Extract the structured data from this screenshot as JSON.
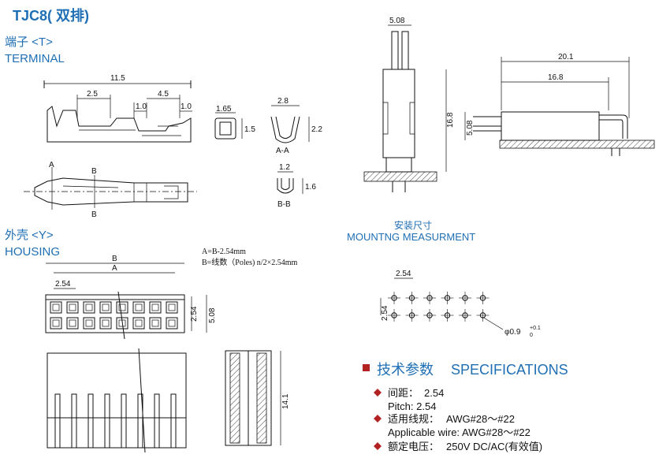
{
  "header": {
    "title": "TJC8( 双排)"
  },
  "terminal": {
    "cn": "端子 <T>",
    "en": "TERMINAL",
    "dims": {
      "total": "11.5",
      "d1": "2.5",
      "d2": "4.5",
      "d3": "1.0",
      "d4": "1.0",
      "s_w": "1.65",
      "s_h": "1.5",
      "c_w": "2.8",
      "c_h": "2.2",
      "b_w": "1.2",
      "b_h": "1.6"
    },
    "sec_aa": "A-A",
    "sec_bb": "B-B",
    "mark_a": "A",
    "mark_b": "B"
  },
  "housing": {
    "cn": "外壳 <Y>",
    "en": "HOUSING",
    "formula_a": "A=B-2.54mm",
    "formula_b": "B=线数（Poles) n/2×2.54mm",
    "dims": {
      "b": "B",
      "a": "A",
      "pitch": "2.54",
      "h1": "2.54",
      "h2": "5.08",
      "h3": "14.1"
    }
  },
  "mounting": {
    "cn": "安装尺寸",
    "en": "MOUNTNG MEASURMENT",
    "dims": {
      "w": "5.08",
      "h": "16.8",
      "l1": "20.1",
      "l2": "16.8",
      "h2": "5.08",
      "p1": "2.54",
      "p2": "2.54",
      "hole": "φ0.9",
      "tol_up": "+0.1",
      "tol_dn": "0"
    }
  },
  "specifications": {
    "title_cn": "技术参数",
    "title_en": "SPECIFICATIONS",
    "items": [
      {
        "cn": "间距：",
        "cn_val": "2.54",
        "en": "Pitch:  2.54"
      },
      {
        "cn": "适用线规：",
        "cn_val": "AWG#28～#22",
        "en": "Applicable wire: AWG#28～#22"
      },
      {
        "cn": "额定电压：",
        "cn_val": "250V DC/AC(有效值)",
        "en": ""
      }
    ]
  },
  "colors": {
    "accent": "#1f6fb5",
    "bullet": "#b22222"
  }
}
